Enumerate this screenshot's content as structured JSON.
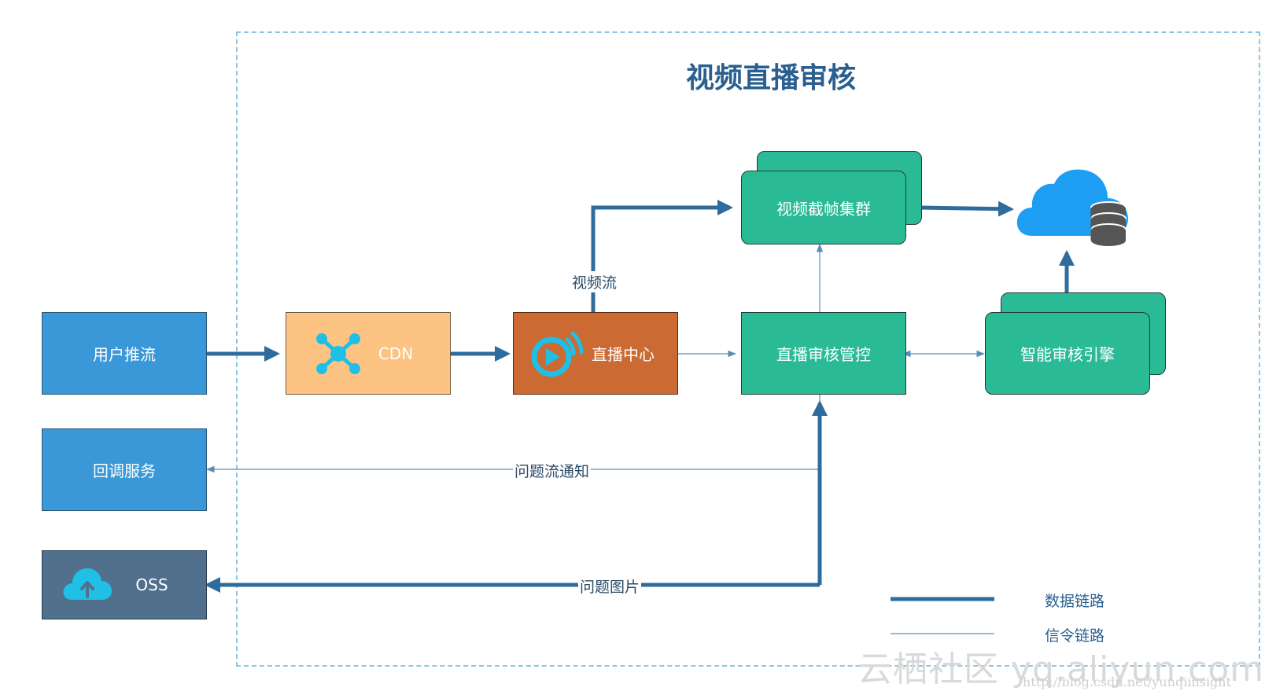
{
  "title": "视频直播审核",
  "nodes": {
    "user_push": "用户推流",
    "callback": "回调服务",
    "oss": "OSS",
    "cdn": "CDN",
    "live_center": "直播中心",
    "frame_cluster": "视频截帧集群",
    "audit_control": "直播审核管控",
    "ai_engine": "智能审核引擎"
  },
  "edge_labels": {
    "video_stream": "视频流",
    "problem_notify": "问题流通知",
    "problem_image": "问题图片"
  },
  "legend": {
    "data_link": "数据链路",
    "signal_link": "信令链路"
  },
  "colors": {
    "thick_line": "#2e6c9e",
    "thin_line": "#5a8db5",
    "frame_border": "#8cc4e6",
    "green": "#2abb96",
    "blue": "#3a97d8",
    "orange": "#cc6a33",
    "cdn": "#fcc383",
    "oss": "#51708e",
    "cloud": "#1e9ef3"
  },
  "icons": [
    "network-hub-icon",
    "live-broadcast-icon",
    "cloud-upload-icon",
    "cloud-database-icon"
  ],
  "watermark": "云栖社区 yq.aliyun.com",
  "watermark_url": "http://blog.csdn.net/yunqiinsight"
}
